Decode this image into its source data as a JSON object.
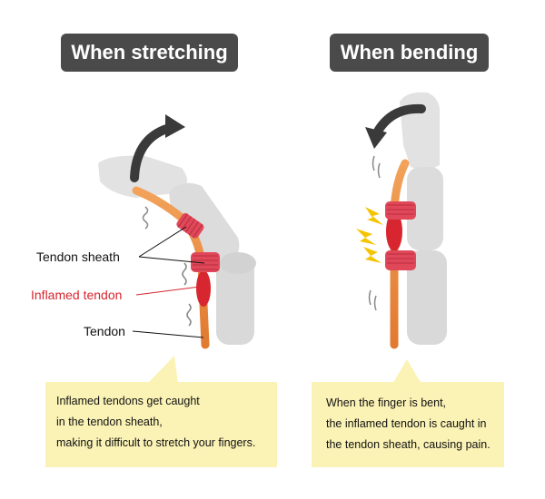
{
  "titles": {
    "left": "When stretching",
    "right": "When bending"
  },
  "labels": {
    "tendon_sheath": "Tendon sheath",
    "inflamed_tendon": "Inflamed tendon",
    "tendon": "Tendon"
  },
  "notes": {
    "left": [
      "Inflamed tendons get caught",
      "in the tendon sheath,",
      "making it difficult to stretch your fingers."
    ],
    "right": [
      "When the finger is bent,",
      "the inflamed tendon is caught in",
      "the tendon sheath, causing pain."
    ]
  },
  "colors": {
    "title_bg": "#4a4a4a",
    "bone": "#d9d9d9",
    "tendon": "#e8843a",
    "sheath": "#e0485a",
    "inflamed": "#d7262f",
    "note_bg": "#fbf3b5",
    "arrow": "#3a3a3a",
    "pain_spark": "#f5c400"
  }
}
